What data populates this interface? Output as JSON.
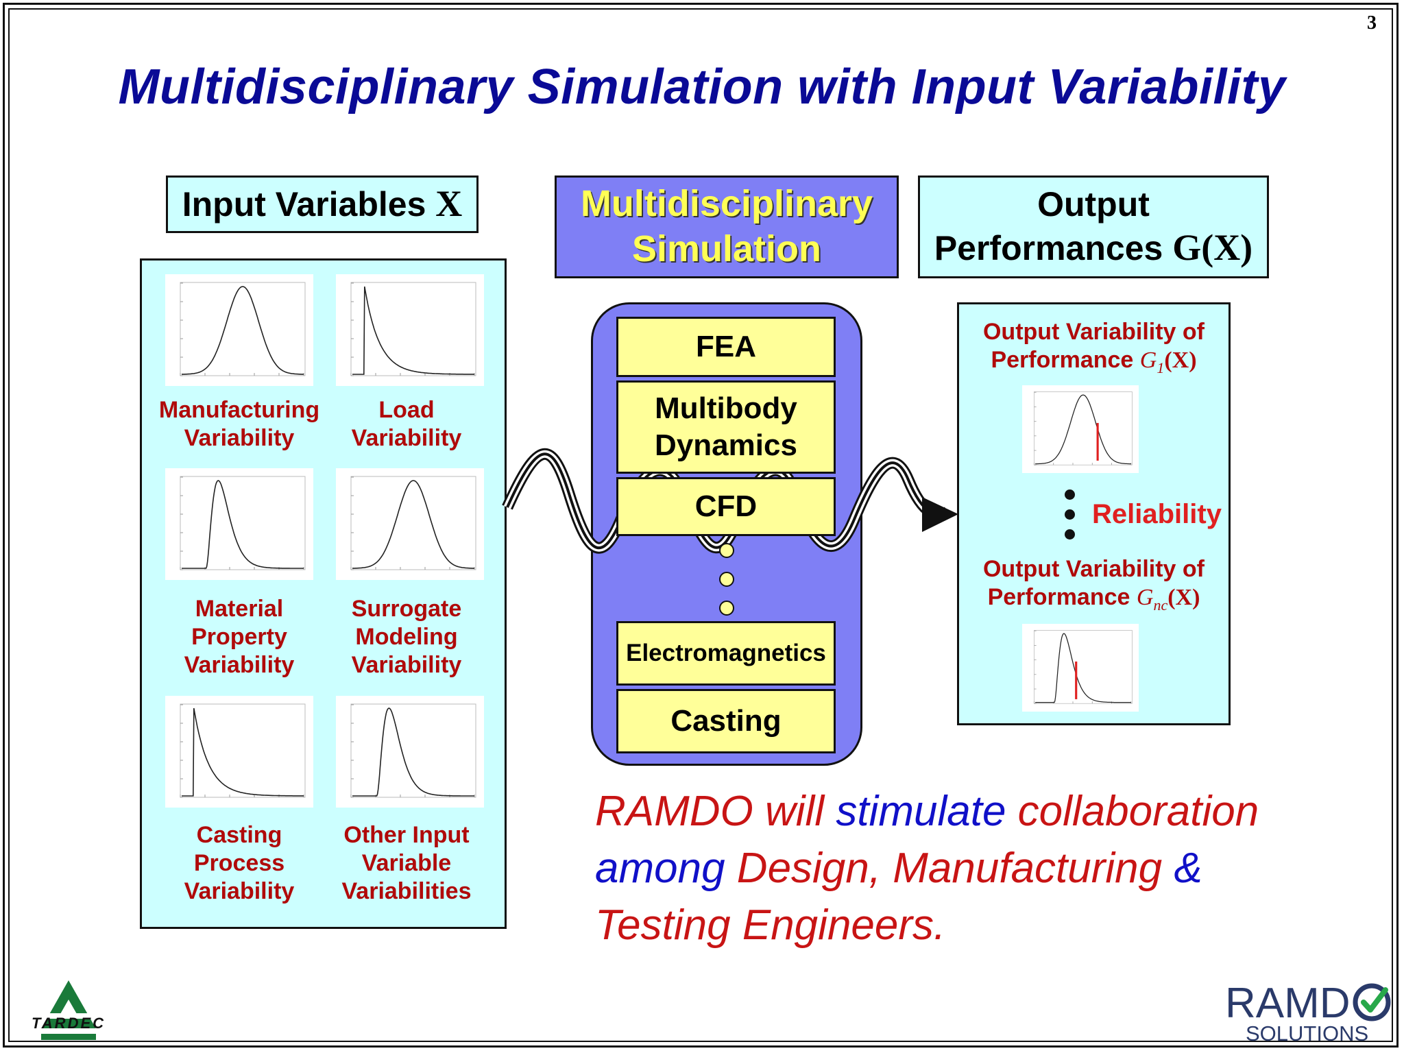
{
  "page_number": "3",
  "title": "Multidisciplinary Simulation with Input Variability",
  "input_header": {
    "text": "Input Variables ",
    "symbol": "X"
  },
  "sim_header": {
    "line1": "Multidisciplinary",
    "line2": "Simulation"
  },
  "output_header": {
    "line1": "Output",
    "line2_text": "Performances ",
    "symbol": "G(X)"
  },
  "input_variabilities": [
    {
      "line1": "Manufacturing",
      "line2": "Variability",
      "line3": "",
      "shape": "normal-curve"
    },
    {
      "line1": "Load",
      "line2": "Variability",
      "line3": "",
      "shape": "exponential-decay-curve"
    },
    {
      "line1": "Material",
      "line2": "Property",
      "line3": "Variability",
      "shape": "skewed-curve"
    },
    {
      "line1": "Surrogate",
      "line2": "Modeling",
      "line3": "Variability",
      "shape": "normal-curve"
    },
    {
      "line1": "Casting",
      "line2": "Process",
      "line3": "Variability",
      "shape": "exponential-decay-curve"
    },
    {
      "line1": "Other Input",
      "line2": "Variable",
      "line3": "Variabilities",
      "shape": "skewed-curve"
    }
  ],
  "simulations": {
    "fea": "FEA",
    "multibody_line1": "Multibody",
    "multibody_line2": "Dynamics",
    "cfd": "CFD",
    "electromagnetics": "Electromagnetics",
    "casting": "Casting"
  },
  "outputs": {
    "g1_line1": "Output Variability of",
    "g1_prefix": "Performance ",
    "g1_func": "G",
    "g1_sub": "1",
    "g1_arg": "(X)",
    "reliability": "Reliability",
    "gnc_line1": "Output Variability of",
    "gnc_prefix": "Performance ",
    "gnc_func": "G",
    "gnc_sub": "nc",
    "gnc_arg": "(X)"
  },
  "statement": {
    "part1": "RAMDO will ",
    "part2": "stimulate",
    "part3": " collaboration",
    "part4": "among",
    "part5": " Design, Manufacturing ",
    "part6": "&",
    "part7": "Testing Engineers."
  },
  "logos": {
    "tardec": "TARDEC",
    "ramdo_main": "RAMD",
    "ramdo_sub": "SOLUTIONS"
  },
  "colors": {
    "title_blue": "#0a0a96",
    "panel_cyan": "#ccffff",
    "sim_purple": "#7f7ff5",
    "step_yellow": "#ffff99",
    "label_red": "#b00a0a",
    "reliability_red": "#e02020",
    "tardec_green": "#1a7a3a",
    "ramdo_navy": "#2a3a6a"
  }
}
